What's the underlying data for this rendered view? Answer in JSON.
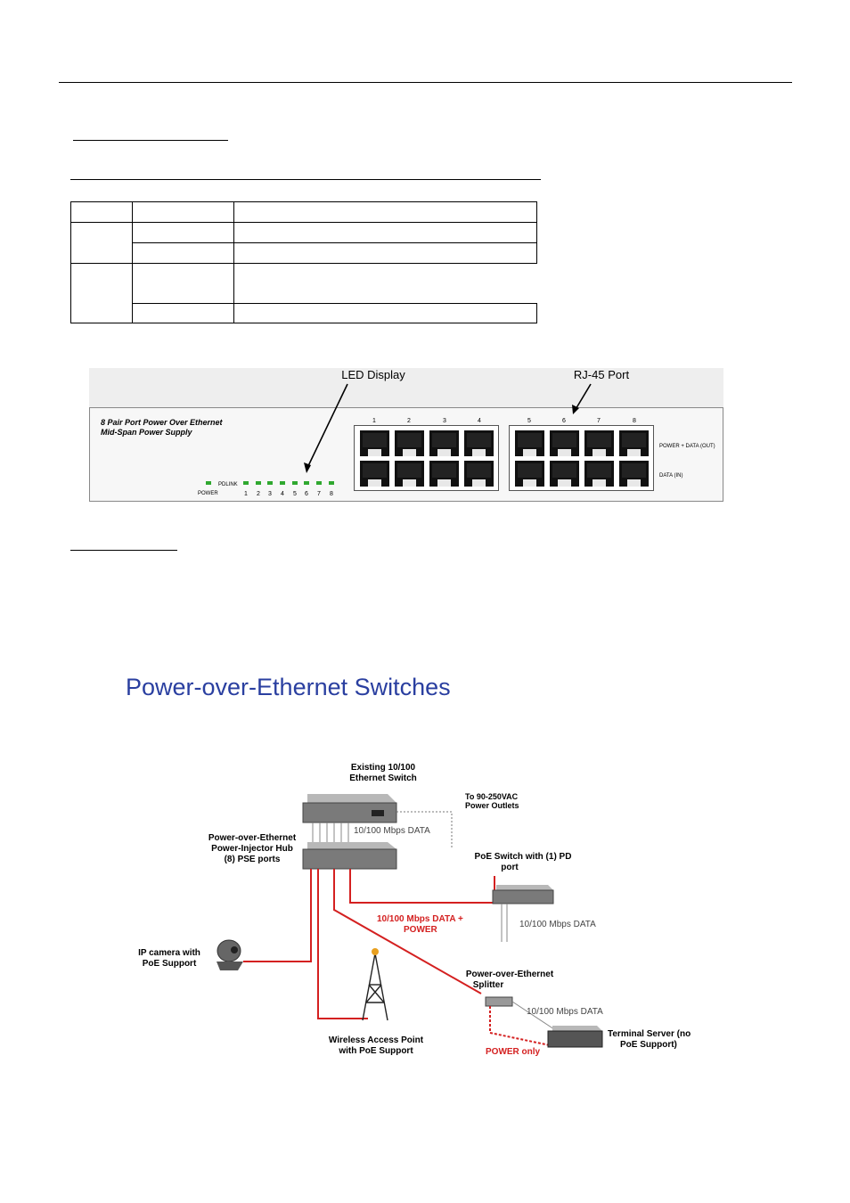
{
  "table": {
    "rows": [
      [
        "",
        "",
        ""
      ],
      [
        "",
        "",
        ""
      ],
      [
        "",
        ""
      ],
      [
        "",
        ""
      ],
      [
        "",
        ""
      ]
    ]
  },
  "panel": {
    "callout_led": "LED Display",
    "callout_port": "RJ-45 Port",
    "product_line1": "8 Pair Port Power Over Ethernet",
    "product_line2": "Mid-Span Power Supply",
    "pdlink_label": "PDLINK",
    "power_label": "POWER",
    "led_numbers": [
      "1",
      "2",
      "3",
      "4",
      "5",
      "6",
      "7",
      "8"
    ],
    "port_numbers": [
      "1",
      "2",
      "3",
      "4",
      "5",
      "6",
      "7",
      "8"
    ],
    "out_label": "POWER + DATA (OUT)",
    "in_label": "DATA (IN)"
  },
  "diagram": {
    "title": "Power-over-Ethernet Switches",
    "existing_switch": [
      "Existing 10/100",
      "Ethernet Switch"
    ],
    "outlets": [
      "To 90-250VAC",
      "Power Outlets"
    ],
    "data_label_1": "10/100 Mbps DATA",
    "hub": [
      "Power-over-Ethernet",
      "Power-Injector Hub",
      "(8) PSE ports"
    ],
    "poe_switch": [
      "PoE Switch with (1) PD",
      "port"
    ],
    "data_label_2": "10/100 Mbps DATA",
    "data_power": [
      "10/100 Mbps DATA +",
      "POWER"
    ],
    "ip_camera": [
      "IP camera with",
      "PoE Support"
    ],
    "splitter": [
      "Power-over-Ethernet",
      "Splitter"
    ],
    "data_label_3": "10/100 Mbps DATA",
    "terminal": [
      "Terminal Server (no",
      "PoE Support)"
    ],
    "wireless": [
      "Wireless Access Point",
      "with PoE Support"
    ],
    "power_only": "POWER only"
  },
  "colors": {
    "red": "#d42020",
    "title_blue": "#2a3fa0",
    "led_green": "#2fa82f"
  }
}
